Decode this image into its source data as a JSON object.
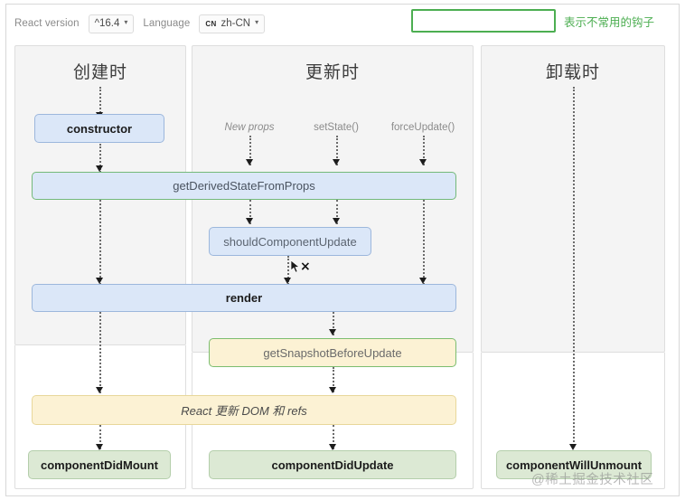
{
  "toolbar": {
    "react_version_label": "React version",
    "react_version_value": "^16.4",
    "language_label": "Language",
    "language_flag": "CN",
    "language_value": "zh-CN",
    "caret": "▾"
  },
  "legend": {
    "text": "表示不常用的钩子",
    "swatch_border_color": "#4cae51",
    "text_color": "#4cae51"
  },
  "columns": [
    {
      "id": "mounting",
      "title": "创建时"
    },
    {
      "id": "updating",
      "title": "更新时"
    },
    {
      "id": "unmounting",
      "title": "卸载时"
    }
  ],
  "triggers": [
    {
      "label": "New props",
      "style": "italic"
    },
    {
      "label": "setState()",
      "style": "normal"
    },
    {
      "label": "forceUpdate()",
      "style": "normal"
    }
  ],
  "nodes": {
    "constructor": "constructor",
    "get_derived_state_from_props": "getDerivedStateFromProps",
    "should_component_update": "shouldComponentUpdate",
    "render": "render",
    "get_snapshot_before_update": "getSnapshotBeforeUpdate",
    "react_updates_dom": "React 更新 DOM 和 refs",
    "component_did_mount": "componentDidMount",
    "component_did_update": "componentDidUpdate",
    "component_will_unmount": "componentWillUnmount"
  },
  "markers": {
    "skip_x": "×"
  },
  "watermark": "@稀土掘金技术社区",
  "colors": {
    "blue_fill": "#dbe7f8",
    "blue_border": "#9cb7dc",
    "yellow_fill": "#fcf2d4",
    "yellow_border": "#e8d79a",
    "green_fill": "#dce9d4",
    "green_border": "#b4ceab",
    "uncommon_border": "#74b97a",
    "panel_bg": "#f4f4f4"
  }
}
